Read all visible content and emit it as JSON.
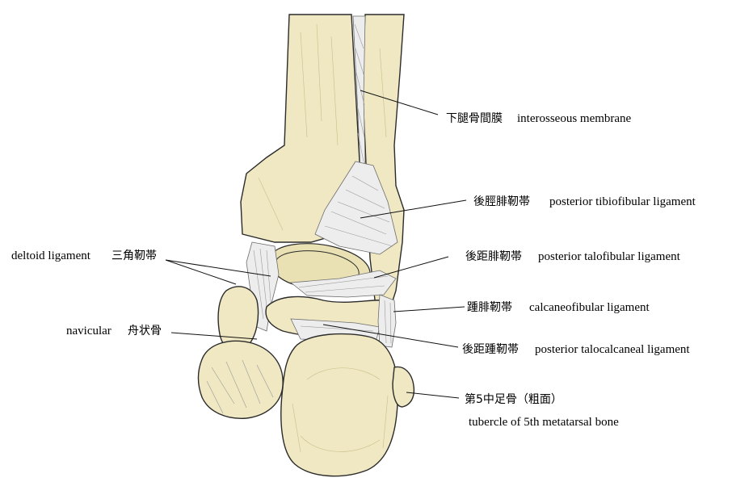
{
  "figure": {
    "labels": {
      "interosseous": {
        "jp": "下腿骨間膜",
        "en": "interosseous membrane"
      },
      "post_tibiofibular": {
        "jp": "後脛腓靭帯",
        "en": "posterior tibiofibular ligament"
      },
      "deltoid": {
        "en": "deltoid ligament",
        "jp": "三角靭帯"
      },
      "post_talofibular": {
        "jp": "後距腓靭帯",
        "en": "posterior talofibular ligament"
      },
      "calcaneofibular": {
        "jp": "踵腓靭帯",
        "en": "calcaneofibular ligament"
      },
      "navicular": {
        "en": "navicular",
        "jp": "舟状骨"
      },
      "post_talocalcaneal": {
        "jp": "後距踵靭帯",
        "en": "posterior talocalcaneal ligament"
      },
      "fifth_metatarsal": {
        "jp": "第5中足骨（粗面）",
        "en": "tubercle of 5th metatarsal bone"
      }
    },
    "colors": {
      "bone": "#efe8c2",
      "ligament": "#ededed",
      "outline": "#2b2b2b"
    }
  }
}
